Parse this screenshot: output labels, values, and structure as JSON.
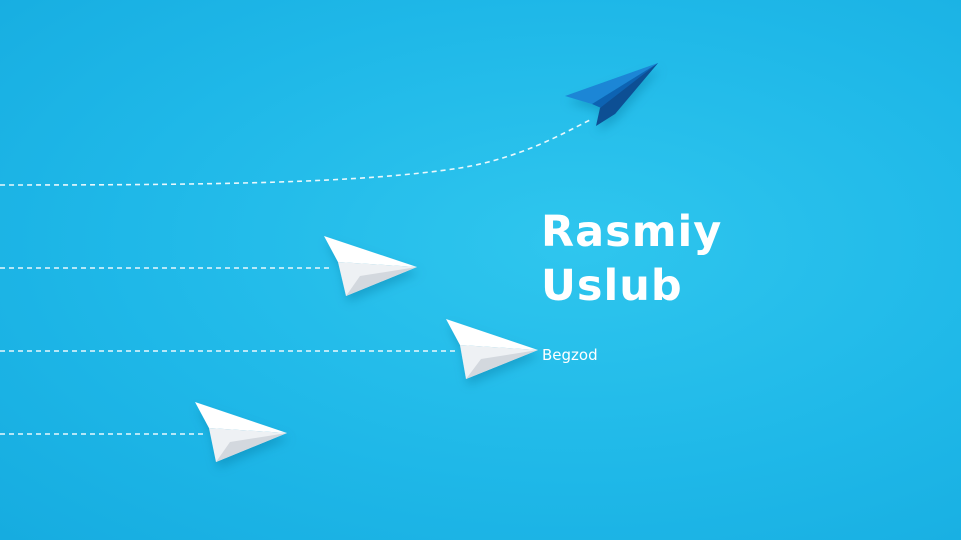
{
  "slide": {
    "title_line1": "Rasmiy",
    "title_line2": "Uslub",
    "subtitle": "Begzod"
  },
  "colors": {
    "background": "#1fb8e8",
    "lead_plane": "#1478c8",
    "planes": "#ffffff",
    "text": "#ffffff"
  },
  "icons": [
    "paper-plane-blue-icon",
    "paper-plane-white-icon"
  ]
}
